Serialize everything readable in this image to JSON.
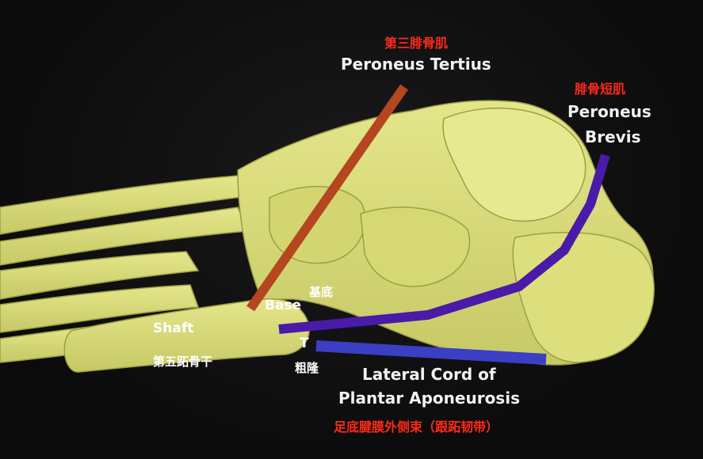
{
  "labels": {
    "peroneus_tertius_cn": "第三腓骨肌",
    "peroneus_tertius_en": "Peroneus Tertius",
    "peroneus_brevis_cn": "腓骨短肌",
    "peroneus_brevis_en_1": "Peroneus",
    "peroneus_brevis_en_2": "Brevis",
    "base_cn": "基底",
    "base_en": "Base",
    "shaft_en": "Shaft",
    "shaft_cn": "第五跖骨干",
    "tuberosity_en": "T",
    "tuberosity_cn": "粗隆",
    "lateral_cord_en_1": "Lateral Cord of",
    "lateral_cord_en_2": "Plantar Aponeurosis",
    "lateral_cord_cn": "足底腱膜外侧束（跟跖韧带）"
  },
  "colors": {
    "background": "#0d0d0f",
    "bone": "#d9dc7a",
    "bone_shadow": "#a9ab4e",
    "peroneus_tertius_line": "#b5461f",
    "peroneus_brevis_line": "#4a1aa8",
    "lateral_cord_line": "#3b3fc4",
    "chinese_label": "#ff2a1a",
    "english_label": "#f2f2f2"
  }
}
